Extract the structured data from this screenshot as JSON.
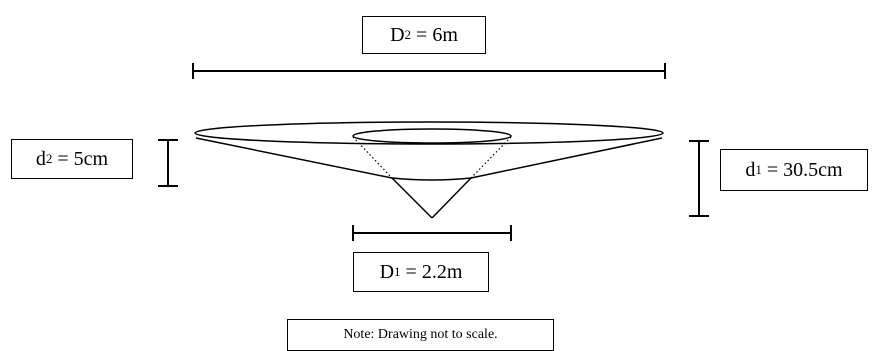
{
  "labels": {
    "D2": {
      "symbol": "D",
      "sub": "2",
      "rest": " = 6m"
    },
    "d2": {
      "symbol": "d",
      "sub": "2",
      "rest": " = 5cm"
    },
    "d1": {
      "symbol": "d",
      "sub": "1",
      "rest": " = 30.5cm"
    },
    "D1": {
      "symbol": "D",
      "sub": "1",
      "rest": " = 2.2m"
    }
  },
  "note": "Note: Drawing not to scale."
}
